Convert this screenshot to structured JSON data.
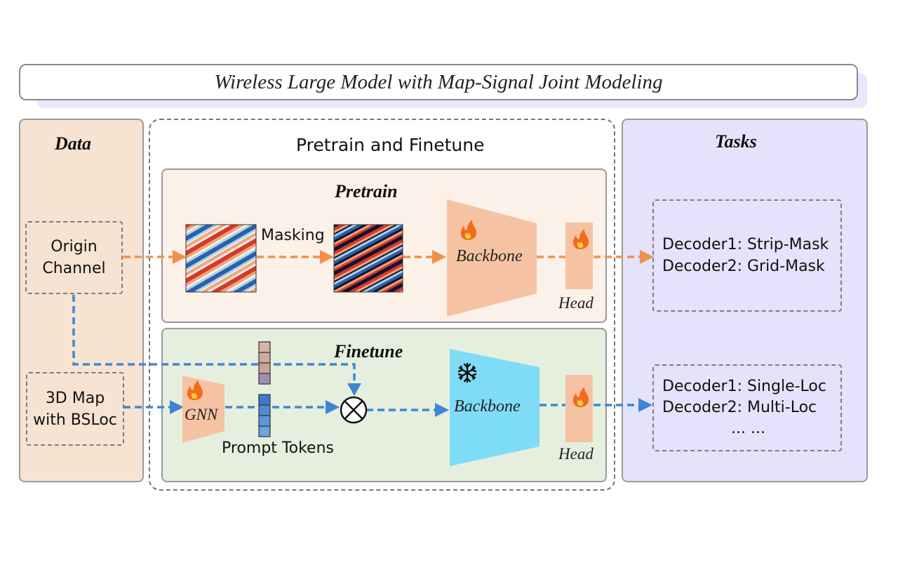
{
  "title": "Wireless Large Model with Map-Signal Joint Modeling",
  "sections": {
    "data": "Data",
    "pretrain_finetune": "Pretrain and Finetune",
    "pretrain": "Pretrain",
    "finetune": "Finetune",
    "tasks": "Tasks"
  },
  "inputs": {
    "origin_channel": [
      "Origin",
      "Channel"
    ],
    "map": [
      "3D Map",
      "with BSLoc"
    ]
  },
  "labels": {
    "masking": "Masking",
    "backbone_pretrain": "Backbone",
    "backbone_finetune": "Backbone",
    "head_pretrain": "Head",
    "head_finetune": "Head",
    "gnn": "GNN",
    "prompt_tokens": "Prompt Tokens"
  },
  "tasks": {
    "pretrain": [
      "Decoder1: Strip-Mask",
      "Decoder2: Grid-Mask"
    ],
    "finetune": [
      "Decoder1: Single-Loc",
      "Decoder2: Multi-Loc",
      "... ..."
    ]
  },
  "icons": {
    "trainable": "fire-icon",
    "frozen": "snowflake-icon",
    "combine": "circled-times-icon"
  },
  "colors": {
    "pretrain_arrow": "#f0914a",
    "finetune_arrow": "#3f86d2",
    "backbone_pretrain": "#f5c3a3",
    "backbone_finetune": "#7fdcf7",
    "head": "#f5c3a3",
    "data_panel": "#f7e3d2",
    "tasks_panel": "#e5e3fb",
    "pretrain_bg": "#fcf1e8",
    "finetune_bg": "#e6efdd"
  }
}
